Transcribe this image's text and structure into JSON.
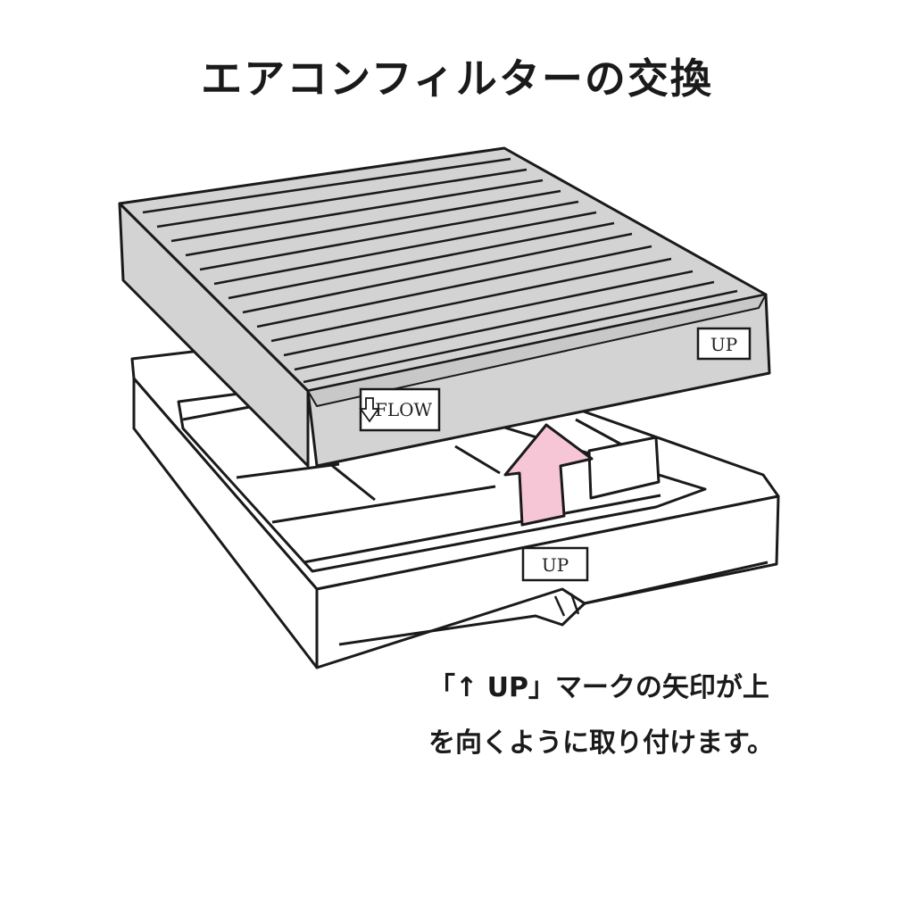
{
  "title": "エアコンフィルターの交換",
  "filter_labels": {
    "up_side": "UP",
    "flow": "FLOW",
    "up_tray": "UP"
  },
  "caption": {
    "line1": "「↑ UP」マークの矢印が上",
    "line2": "を向くように取り付けます。"
  },
  "colors": {
    "filter_fill": "#d3d3d3",
    "arrow_fill": "#f7c6d6",
    "outline": "#1a1a1a"
  }
}
